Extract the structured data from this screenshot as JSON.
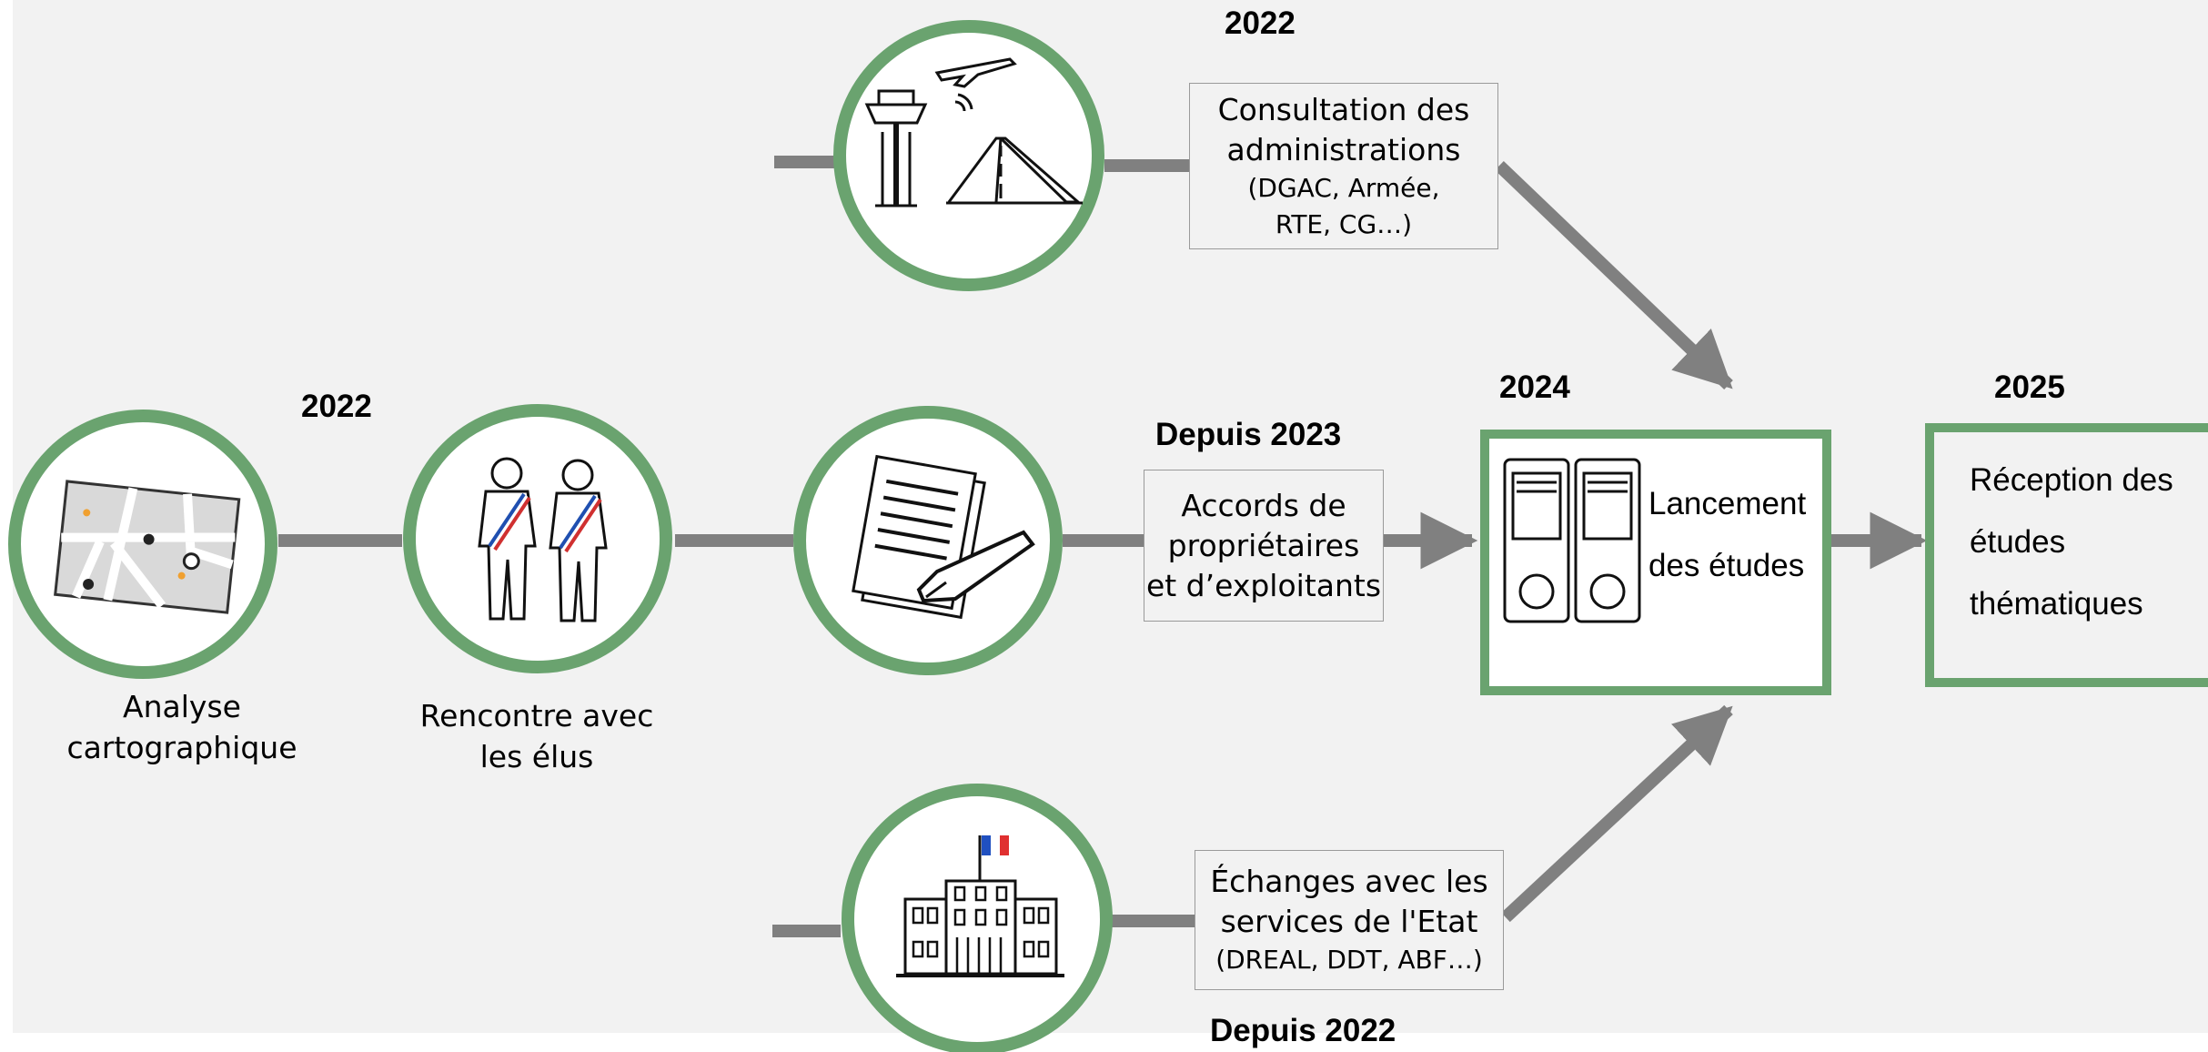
{
  "colors": {
    "background": "#f2f2f2",
    "accent_green": "#6aa36f",
    "connector_gray": "#808080"
  },
  "years": {
    "consultation": "2022",
    "analyse": "2022",
    "accords": "Depuis 2023",
    "lancement": "2024",
    "reception": "2025",
    "echanges": "Depuis 2022"
  },
  "nodes": {
    "analyse": {
      "icon": "map-icon",
      "label_line1": "Analyse",
      "label_line2": "cartographique"
    },
    "rencontre": {
      "icon": "elected-officials-icon",
      "label_line1": "Rencontre avec",
      "label_line2": "les élus"
    },
    "accords": {
      "icon": "document-signing-icon"
    },
    "consultation": {
      "icon": "airport-icon"
    },
    "echanges": {
      "icon": "government-building-icon"
    }
  },
  "boxes": {
    "consultation": {
      "line1": "Consultation des",
      "line2": "administrations",
      "sub1": "(DGAC, Armée,",
      "sub2": "RTE, CG…)"
    },
    "accords": {
      "line1": "Accords de",
      "line2": "propriétaires",
      "line3": "et d’exploitants"
    },
    "echanges": {
      "line1": "Échanges avec les",
      "line2": "services de l'Etat",
      "sub1": "(DREAL, DDT, ABF…)"
    }
  },
  "lancement": {
    "icon": "binders-icon",
    "line1": "Lancement",
    "line2": "des études"
  },
  "reception": {
    "line1": "Réception des",
    "line2": "études",
    "line3": "thématiques"
  }
}
